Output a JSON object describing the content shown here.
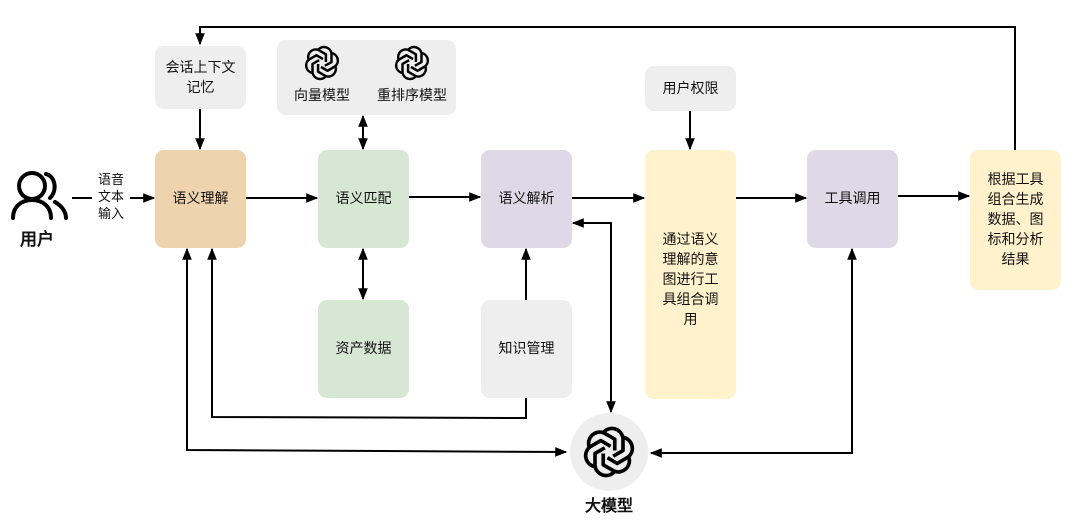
{
  "colors": {
    "understand": "#EED3AE",
    "match": "#D6E7D4",
    "parse": "#DFD8E7",
    "yellow": "#FFF2CC",
    "gray": "#EEEEEE",
    "line": "#000000"
  },
  "user": {
    "label": "用户",
    "icon": "users-icon",
    "input_label": "语音\n文本\n输入"
  },
  "context_memory": {
    "label": "会话上下文\n记忆"
  },
  "models": {
    "vector_label": "向量模型",
    "rerank_label": "重排序模型",
    "icon": "openai-logo-icon"
  },
  "user_permission": {
    "label": "用户权限"
  },
  "nodes": {
    "semantic_understanding": "语义理解",
    "semantic_matching": "语义匹配",
    "semantic_parsing": "语义解析",
    "intent_tool_combo": "通过语义\n理解的意\n图进行工\n具组合调\n用",
    "tool_invocation": "工具调用",
    "result_generation": "根据工具\n组合生成\n数据、图\n标和分析\n结果",
    "asset_data": "资产数据",
    "knowledge_mgmt": "知识管理"
  },
  "llm": {
    "label": "大模型",
    "icon": "openai-logo-icon"
  }
}
